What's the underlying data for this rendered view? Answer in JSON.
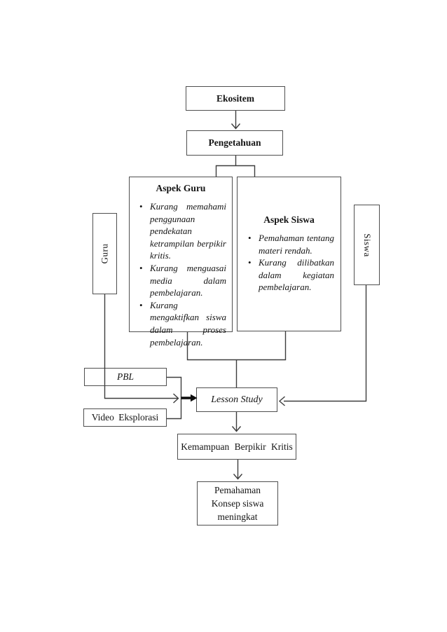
{
  "boxes": {
    "ekositem": {
      "label": "Ekositem"
    },
    "pengetahuan": {
      "label": "Pengetahuan"
    },
    "aspek_guru": {
      "title": "Aspek Guru",
      "bullets": [
        "Kurang memahami penggunaan pendekatan ketrampilan berpikir kritis.",
        "Kurang menguasai media dalam pembelajaran.",
        "Kurang mengaktifkan siswa dalam proses pembelajaran."
      ]
    },
    "aspek_siswa": {
      "title": "Aspek Siswa",
      "bullets": [
        "Pemahaman tentang materi rendah.",
        "Kurang dilibatkan dalam kegiatan pembelajaran."
      ]
    },
    "guru": {
      "label": "Guru"
    },
    "siswa": {
      "label": "Siswa"
    },
    "pbl": {
      "label": "PBL"
    },
    "video_eksplorasi": {
      "label": "Video Eksplorasi"
    },
    "lesson_study": {
      "label": "Lesson Study"
    },
    "kemampuan": {
      "label": "Kemampuan Berpikir Kritis"
    },
    "pemahaman": {
      "lines": [
        "Pemahaman",
        "Konsep siswa",
        "meningkat"
      ]
    }
  },
  "colors": {
    "background": "#ffffff",
    "box_border": "#4f4f4f",
    "line": "#3d3d3d",
    "text": "#141414",
    "thick_arrow": "#0d0d0d"
  }
}
